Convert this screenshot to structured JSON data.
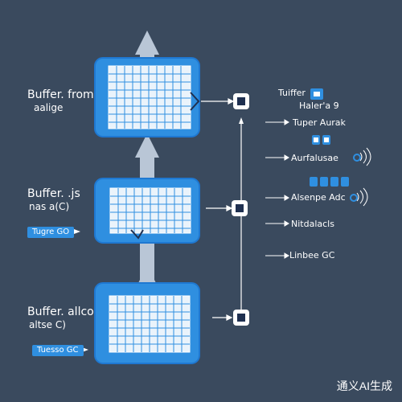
{
  "colors": {
    "background": "#3a4a5e",
    "block_fill": "#2f8fe0",
    "block_border": "#1f78d1",
    "grid": "#ffffff",
    "arrow_up": "#b9c6d6",
    "connector": "#ffffff",
    "accent": "#2f8fe0"
  },
  "blocks": [
    {
      "title": "Buffer. from",
      "subtitle": "aalige",
      "tag": ""
    },
    {
      "title": "Buffer. .js",
      "subtitle": "nas a(C)",
      "tag": "Tugre GO"
    },
    {
      "title": "Buffer. allco",
      "subtitle": "altse C)",
      "tag": "Tuesso GC"
    }
  ],
  "right_labels": [
    "Tuiffer",
    "Haler'a 9",
    "Tuper Aurak",
    "Aurfalusae",
    "Alsenpe Adc",
    "Nitdalacls",
    "Linbee GC"
  ],
  "watermark": "通义AI生成"
}
